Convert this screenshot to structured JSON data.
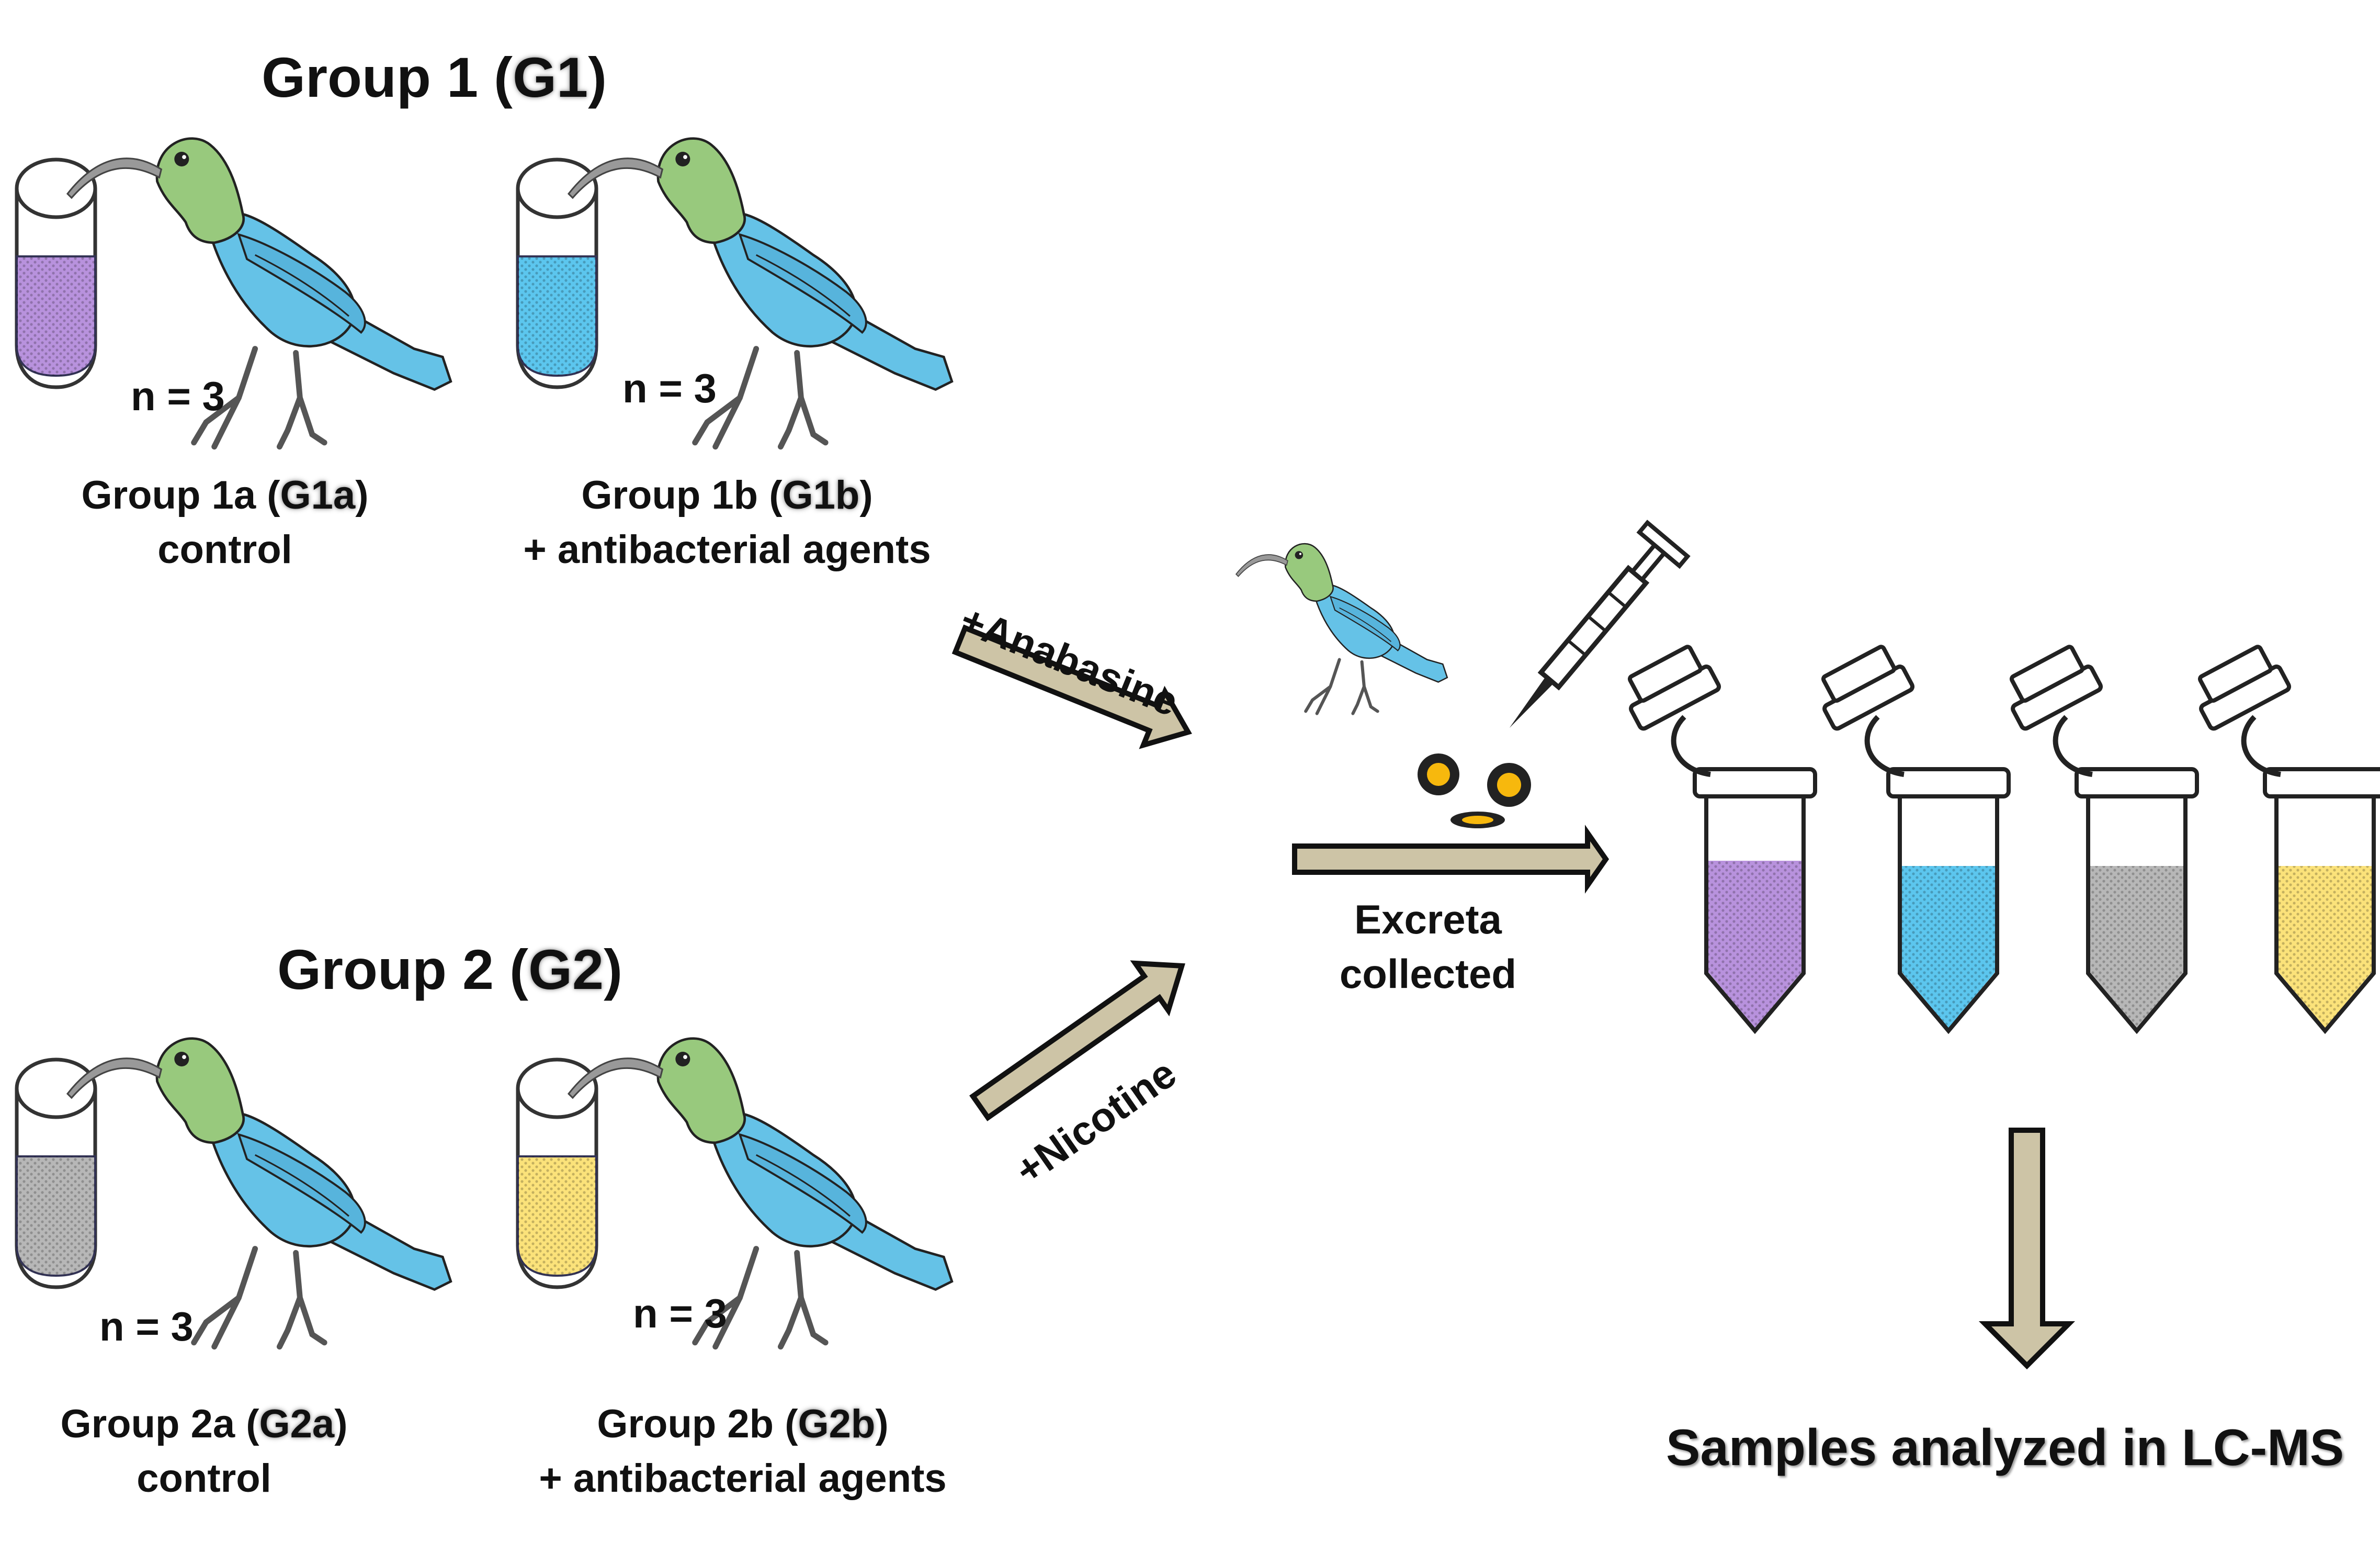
{
  "group1": {
    "title_prefix": "Group 1 (",
    "title_code": "G1",
    "title_suffix": ")",
    "a": {
      "n": "n = 3",
      "line1_prefix": "Group 1a (",
      "line1_code": "G1a",
      "line1_suffix": ")",
      "line2": "control",
      "vial_color": "#b892dd"
    },
    "b": {
      "n": "n = 3",
      "line1_prefix": "Group 1b (",
      "line1_code": "G1b",
      "line1_suffix": ")",
      "line2": "+ antibacterial agents",
      "vial_color": "#5cc6ee"
    }
  },
  "group2": {
    "title_prefix": "Group 2 (",
    "title_code": "G2",
    "title_suffix": ")",
    "a": {
      "n": "n = 3",
      "line1_prefix": "Group 2a (",
      "line1_code": "G2a",
      "line1_suffix": ")",
      "line2": "control",
      "vial_color": "#b7b7b7"
    },
    "b": {
      "n": "n = 3",
      "line1_prefix": "Group 2b (",
      "line1_code": "G2b",
      "line1_suffix": ")",
      "line2": "+ antibacterial agents",
      "vial_color": "#fbe27a"
    }
  },
  "arrows": {
    "anabasine": "+Anabasine",
    "nicotine": "+Nicotine",
    "excreta_line1": "Excreta",
    "excreta_line2": "collected"
  },
  "final_label": "Samples analyzed in LC-MS",
  "colors": {
    "bird_head": "#98c97d",
    "bird_body": "#65c2e7",
    "arrow_fill": "#cdc4a6",
    "tube_purple": "#b892dd",
    "tube_blue": "#5cc6ee",
    "tube_gray": "#b7b7b7",
    "tube_yellow": "#fbe27a",
    "excreta_yellow": "#f7b80d"
  }
}
